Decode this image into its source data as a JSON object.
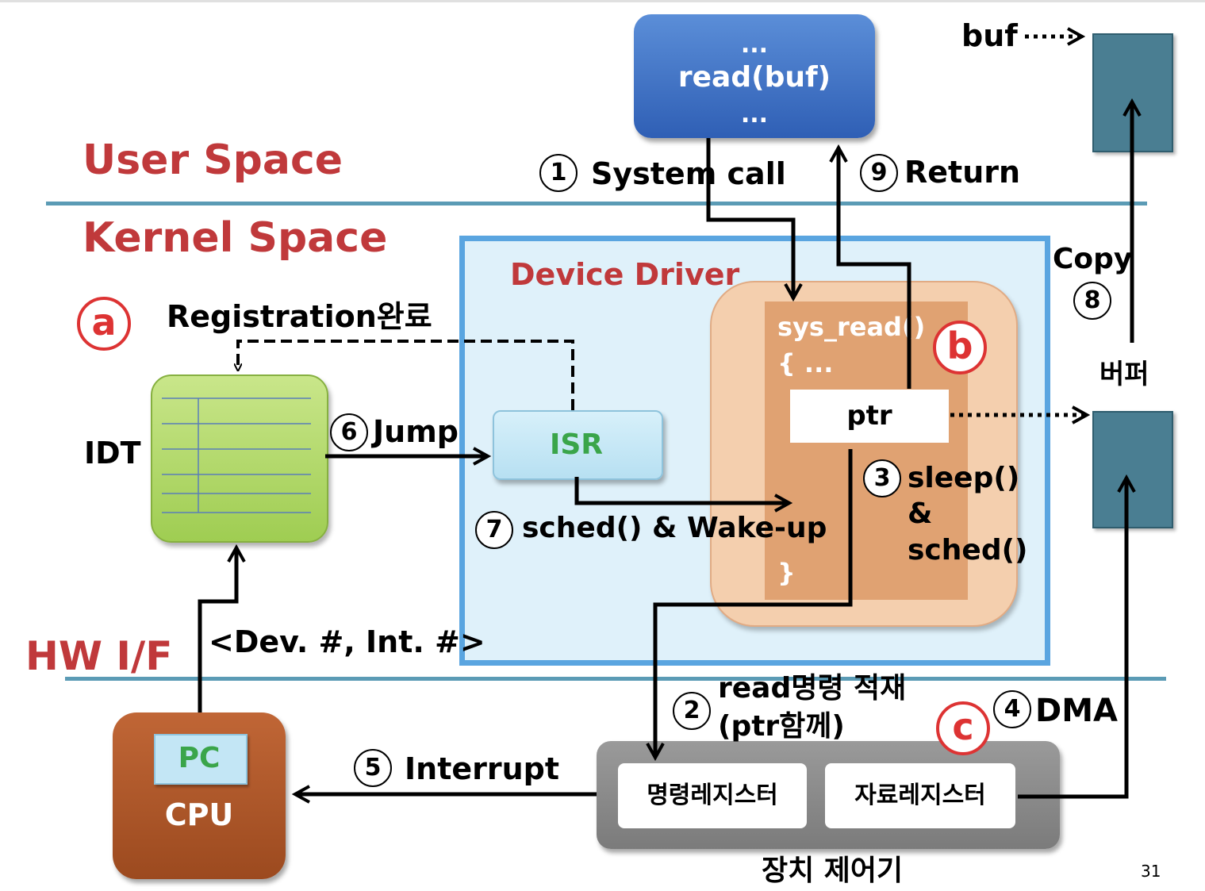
{
  "regions": {
    "user_space": "User Space",
    "kernel_space": "Kernel Space",
    "hw_if": "HW I/F"
  },
  "user_program": {
    "line1": "...",
    "line2": "read(buf)",
    "line3": "..."
  },
  "buf_label": "buf",
  "steps": [
    {
      "num": "1",
      "label": "System call"
    },
    {
      "num": "2",
      "label_line1": "read명령 적재",
      "label_line2": "(ptr함께)"
    },
    {
      "num": "3",
      "label_line1": "sleep()",
      "label_line2": "&",
      "label_line3": "sched()"
    },
    {
      "num": "4",
      "label": "DMA"
    },
    {
      "num": "5",
      "label": "Interrupt"
    },
    {
      "num": "6",
      "label": "Jump"
    },
    {
      "num": "7",
      "label": "sched() & Wake-up"
    },
    {
      "num": "8",
      "label": "Copy"
    },
    {
      "num": "9",
      "label": "Return"
    }
  ],
  "device_driver": {
    "title": "Device Driver",
    "isr": "ISR"
  },
  "sys_read": {
    "line1": "sys_read()",
    "line2": "{  ...",
    "close": "}",
    "ptr": "ptr"
  },
  "badges": {
    "a": "a",
    "b": "b",
    "c": "c"
  },
  "registration": "Registration완료",
  "idt": "IDT",
  "kernel_buffer": "버퍼",
  "dev_int": "<Dev. #, Int. #>",
  "cpu": {
    "pc": "PC",
    "label": "CPU"
  },
  "device_controller": {
    "command_register": "명령레지스터",
    "data_register": "자료레지스터",
    "label": "장치 제어기"
  },
  "page_number": "31",
  "colors": {
    "region_text": "#c0393b",
    "divider": "#5b9bb5",
    "driver_border": "#5aa5e0",
    "driver_fill": "#dff1fa"
  }
}
